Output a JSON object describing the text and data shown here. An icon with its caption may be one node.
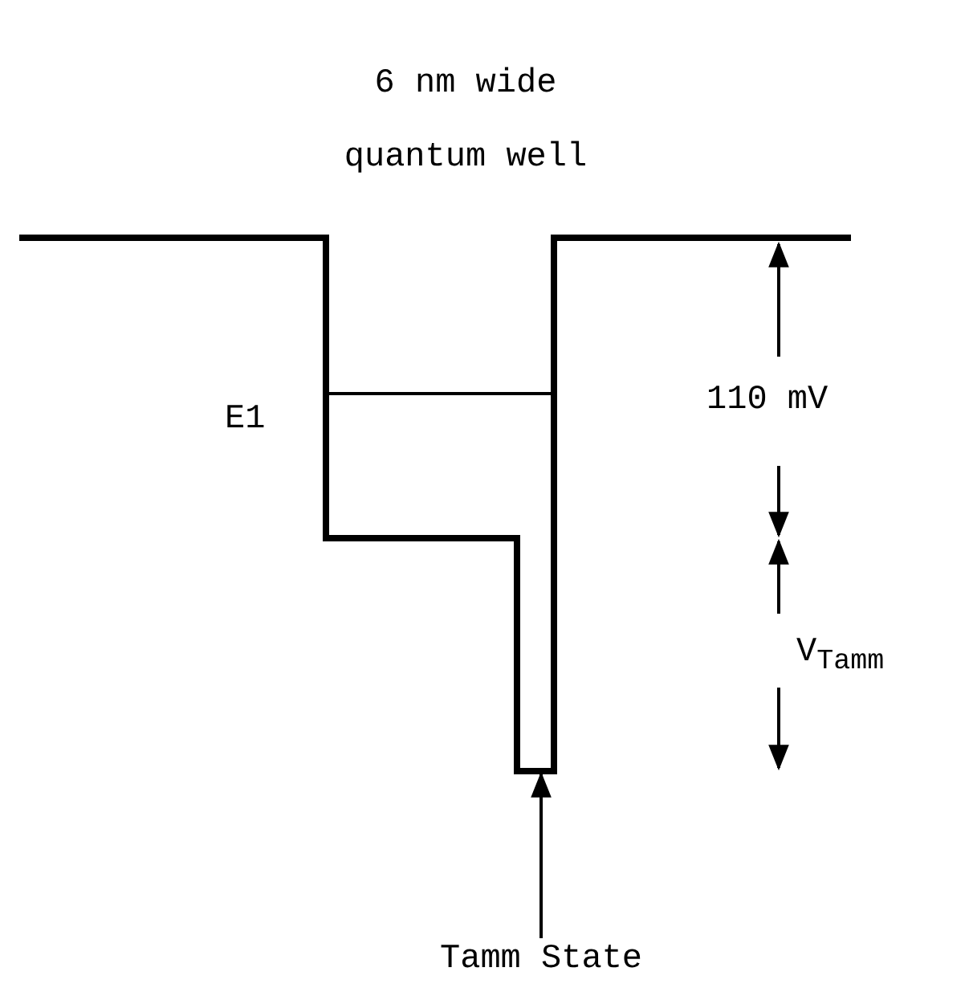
{
  "diagram": {
    "title": "6 nm wide quantum well",
    "nodes": [
      {
        "text": [
          "Tamm State"
        ]
      },
      {
        "text": [],
        "shape": "picture"
      }
    ],
    "edges": [
      {
        "from": 0,
        "to": 1,
        "arrow": "to"
      }
    ],
    "labels": [
      "E1",
      "110 mV",
      "V$_{Tamm}$"
    ]
  }
}
